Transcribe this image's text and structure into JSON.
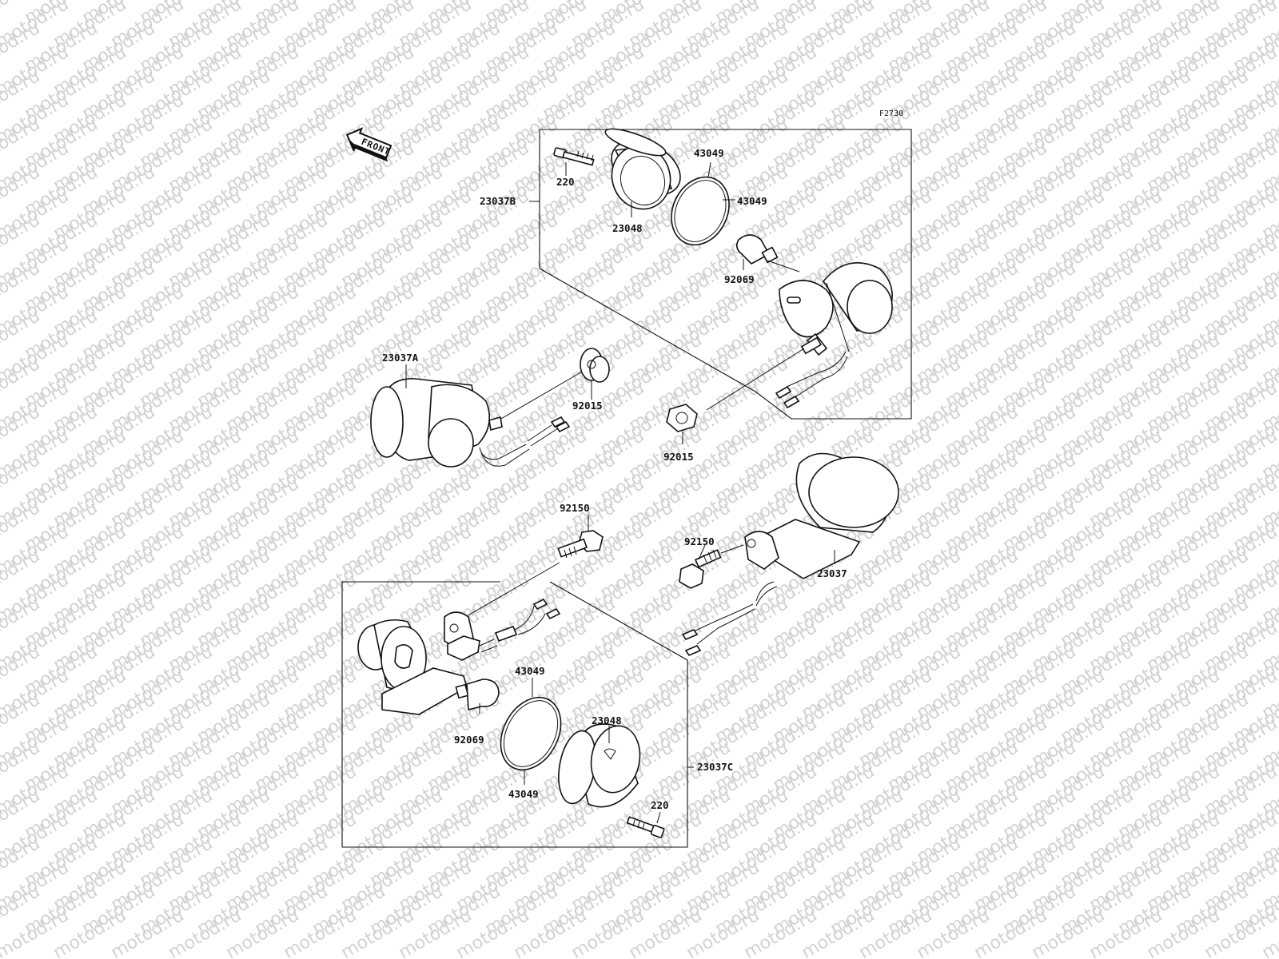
{
  "watermark": {
    "text": "motod.ru",
    "color": "#d2d2d2"
  },
  "figure_code": "F2730",
  "front_arrow": {
    "label": "FRONT"
  },
  "labels": {
    "l_23037b": "23037B",
    "l_220_top": "220",
    "l_23048_top": "23048",
    "l_43049_top1": "43049",
    "l_43049_top2": "43049",
    "l_92069_top": "92069",
    "l_23037a": "23037A",
    "l_92015_left": "92015",
    "l_92015_mid": "92015",
    "l_92150_top": "92150",
    "l_92150_right": "92150",
    "l_23037": "23037",
    "l_43049_bot1": "43049",
    "l_23048_bot": "23048",
    "l_92069_bot": "92069",
    "l_43049_bot2": "43049",
    "l_23037c": "23037C",
    "l_220_bot": "220"
  }
}
